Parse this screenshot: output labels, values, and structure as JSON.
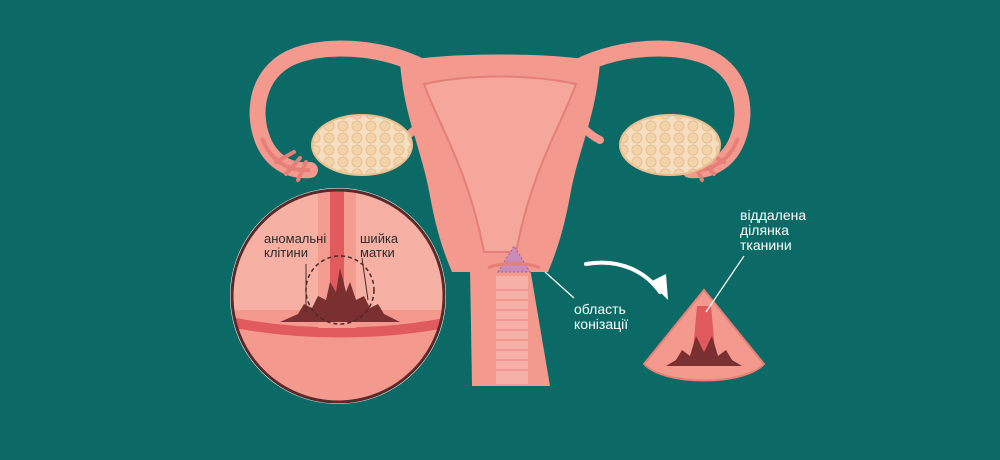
{
  "labels": {
    "abnormal_cells": [
      "аномальні",
      "клітини"
    ],
    "cervix": [
      "шийка",
      "матки"
    ],
    "conization_area": [
      "область",
      "конізації"
    ],
    "removed_tissue": [
      "віддалена",
      "ділянка",
      "тканини"
    ]
  },
  "colors": {
    "background": "#0b6a66",
    "tissue": "#f3998e",
    "tissue_light": "#f7b3a8",
    "canal": "#e05a5e",
    "ovary": "#f3d7b4",
    "lesion": "#7a2f30"
  }
}
